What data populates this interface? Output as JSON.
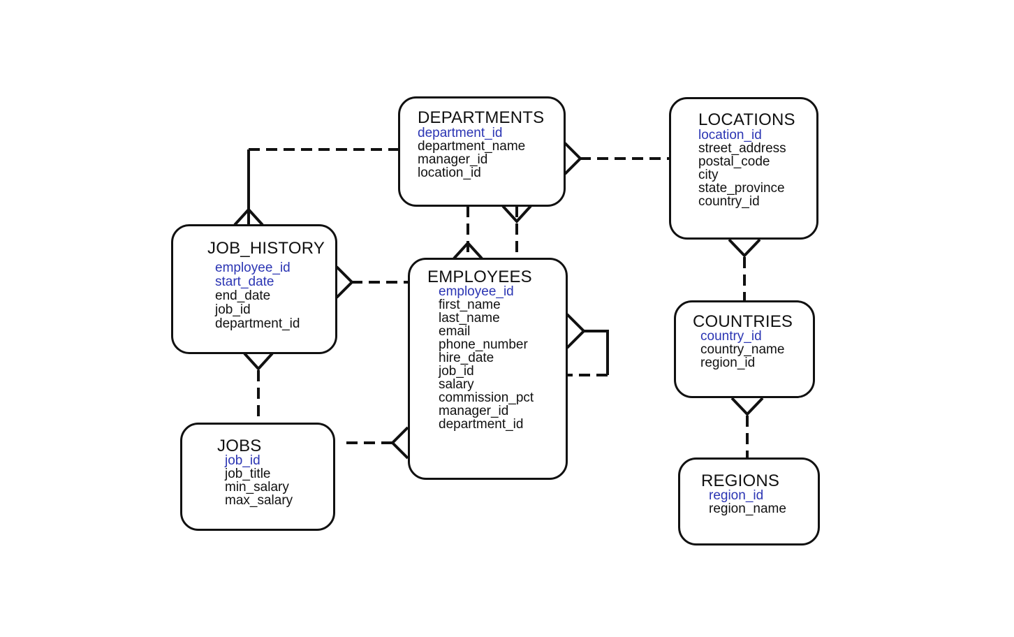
{
  "colors": {
    "primary_key": "#2b35b3",
    "attribute": "#111111",
    "line": "#111111"
  },
  "entities": {
    "departments": {
      "title": "DEPARTMENTS",
      "pk": [
        "department_id"
      ],
      "attributes": [
        "department_name",
        "manager_id",
        "location_id"
      ]
    },
    "locations": {
      "title": "LOCATIONS",
      "pk": [
        "location_id"
      ],
      "attributes": [
        "street_address",
        "postal_code",
        "city",
        "state_province",
        "country_id"
      ]
    },
    "job_history": {
      "title": "JOB_HISTORY",
      "pk": [
        "employee_id",
        "start_date"
      ],
      "attributes": [
        "end_date",
        "job_id",
        "department_id"
      ]
    },
    "employees": {
      "title": "EMPLOYEES",
      "pk": [
        "employee_id"
      ],
      "attributes": [
        "first_name",
        "last_name",
        "email",
        "phone_number",
        "hire_date",
        "job_id",
        "salary",
        "commission_pct",
        "manager_id",
        "department_id"
      ]
    },
    "countries": {
      "title": "COUNTRIES",
      "pk": [
        "country_id"
      ],
      "attributes": [
        "country_name",
        "region_id"
      ]
    },
    "jobs": {
      "title": "JOBS",
      "pk": [
        "job_id"
      ],
      "attributes": [
        "job_title",
        "min_salary",
        "max_salary"
      ]
    },
    "regions": {
      "title": "REGIONS",
      "pk": [
        "region_id"
      ],
      "attributes": [
        "region_name"
      ]
    }
  }
}
